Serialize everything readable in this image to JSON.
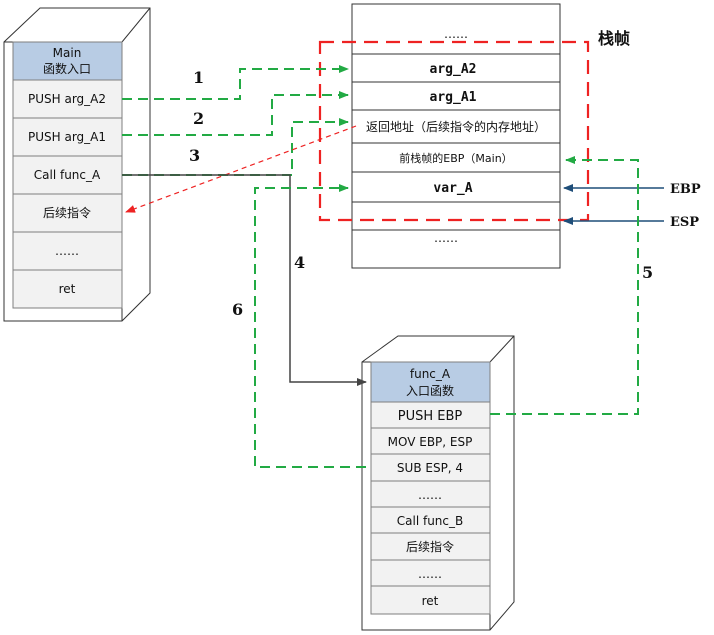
{
  "main_block": {
    "header": [
      "Main",
      "函数入口"
    ],
    "rows": [
      "PUSH arg_A2",
      "PUSH arg_A1",
      "Call func_A",
      "后续指令",
      "……",
      "ret"
    ]
  },
  "func_block": {
    "header": [
      "func_A",
      "入口函数"
    ],
    "rows": [
      "PUSH EBP",
      "MOV EBP, ESP",
      "SUB ESP, 4",
      "……",
      "Call func_B",
      "后续指令",
      "……",
      "ret"
    ]
  },
  "stack": {
    "rows": [
      "……",
      "arg_A2",
      "arg_A1",
      "返回地址（后续指令的内存地址）",
      "前栈帧的EBP（Main）",
      "var_A",
      "",
      "……"
    ],
    "frame_label": "栈帧",
    "ebp_label": "EBP",
    "esp_label": "ESP"
  },
  "step_numbers": [
    "1",
    "2",
    "3",
    "4",
    "5",
    "6"
  ],
  "colors": {
    "header_fill": "#b8cce4",
    "cell_fill": "#f2f2f2",
    "green_arrow": "#22aa44",
    "red_frame": "#ee2222",
    "blue_arrow": "#1f4e79",
    "dark_line": "#444444"
  }
}
